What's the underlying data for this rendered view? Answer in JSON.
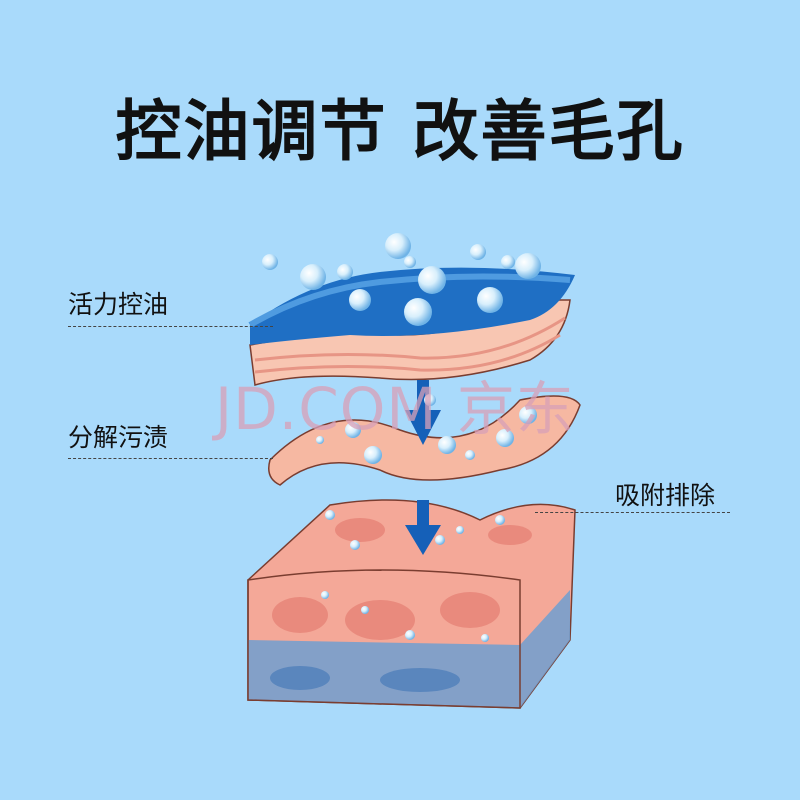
{
  "title": "控油调节 改善毛孔",
  "labels": {
    "layer1": "活力控油",
    "layer2": "分解污渍",
    "layer3": "吸附排除"
  },
  "watermark": "JD.COM 京东",
  "colors": {
    "background": "#a9dafb",
    "skin": "#f3a898",
    "oil_layer": "#1f6fc4",
    "arrow": "#1560b8"
  }
}
